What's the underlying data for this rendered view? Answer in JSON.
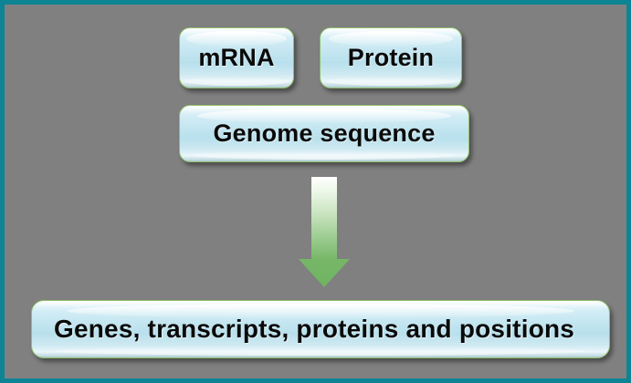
{
  "figure": {
    "background_color": "#808080",
    "border_color": "#0d8494",
    "box_fill_color": "#c2e5f0",
    "box_border_color": "#8fbf6a",
    "arrow_color_top": "#ffffff",
    "arrow_color_bottom": "#6fb462",
    "text_color": "#0a0a0a"
  },
  "inputs": [
    {
      "id": "mrna",
      "label": "mRNA"
    },
    {
      "id": "protein",
      "label": "Protein"
    },
    {
      "id": "genome",
      "label": "Genome sequence"
    }
  ],
  "arrow": {
    "name": "downward-arrow",
    "direction": "down",
    "gradient_from": "#ffffff",
    "gradient_to": "#6fb462"
  },
  "output": {
    "label": "Genes, transcripts, proteins and positions"
  }
}
